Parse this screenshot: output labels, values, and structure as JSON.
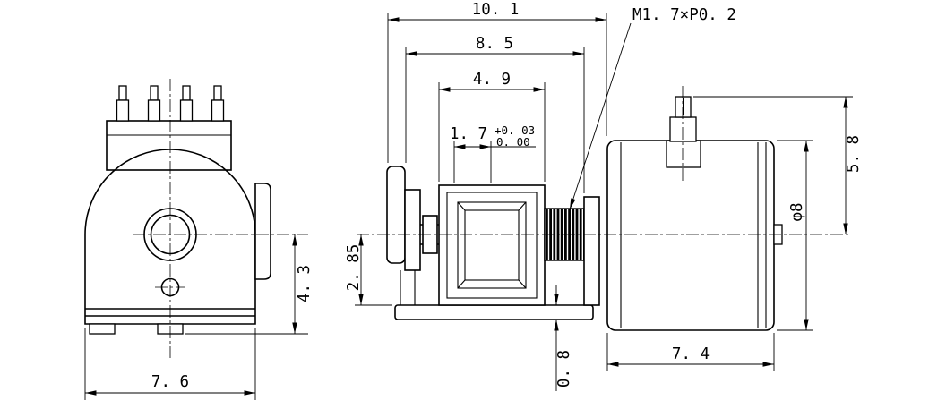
{
  "thread_callout": "M1. 7×P0. 2",
  "front_view": {
    "width": "7. 6",
    "axis_to_bottom": "4. 3"
  },
  "side_view": {
    "overall_length": "10. 1",
    "front_to_thread_end": "8. 5",
    "gearbox_length": "4. 9",
    "boss_width": "1. 7",
    "boss_tolerance_upper": "+0. 03",
    "boss_tolerance_lower": "0. 00",
    "axis_to_base": "2. 85",
    "base_thickness": "0. 8",
    "motor_length": "7. 4",
    "motor_diameter": "φ8",
    "axis_to_terminal_top": "5. 8"
  },
  "colors": {
    "line": "#000000",
    "background": "#ffffff"
  }
}
